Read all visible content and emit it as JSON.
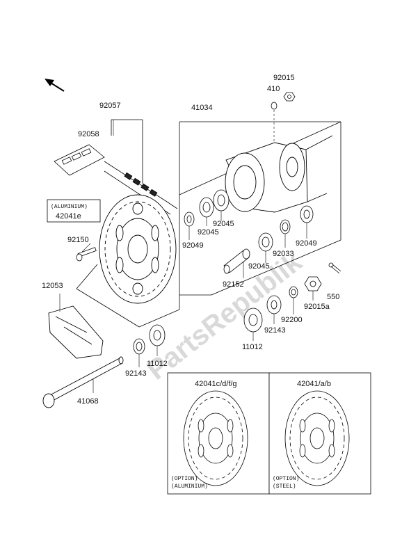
{
  "watermark": "PartsRepublik",
  "callouts": {
    "p92015": "92015",
    "p410": "410",
    "p41034": "41034",
    "p92057": "92057",
    "p92058": "92058",
    "p42041e": "42041e",
    "aluminium_tag": "(ALUMINIUM)",
    "p92150": "92150",
    "p92049a": "92049",
    "p92045a": "92045",
    "p92045b": "92045",
    "p92049b": "92049",
    "p92033": "92033",
    "p92045c": "92045",
    "p92152": "92152",
    "p12053": "12053",
    "p550": "550",
    "p92015a": "92015a",
    "p92200": "92200",
    "p92143a": "92143",
    "p11012a": "11012",
    "p11012b": "11012",
    "p92143b": "92143",
    "p41068": "41068"
  },
  "options": {
    "left": {
      "part": "42041c/d/f/g",
      "option_tag": "(OPTION)",
      "material_tag": "(ALUMINIUM)"
    },
    "right": {
      "part": "42041/a/b",
      "option_tag": "(OPTION)",
      "material_tag": "(STEEL)"
    }
  }
}
